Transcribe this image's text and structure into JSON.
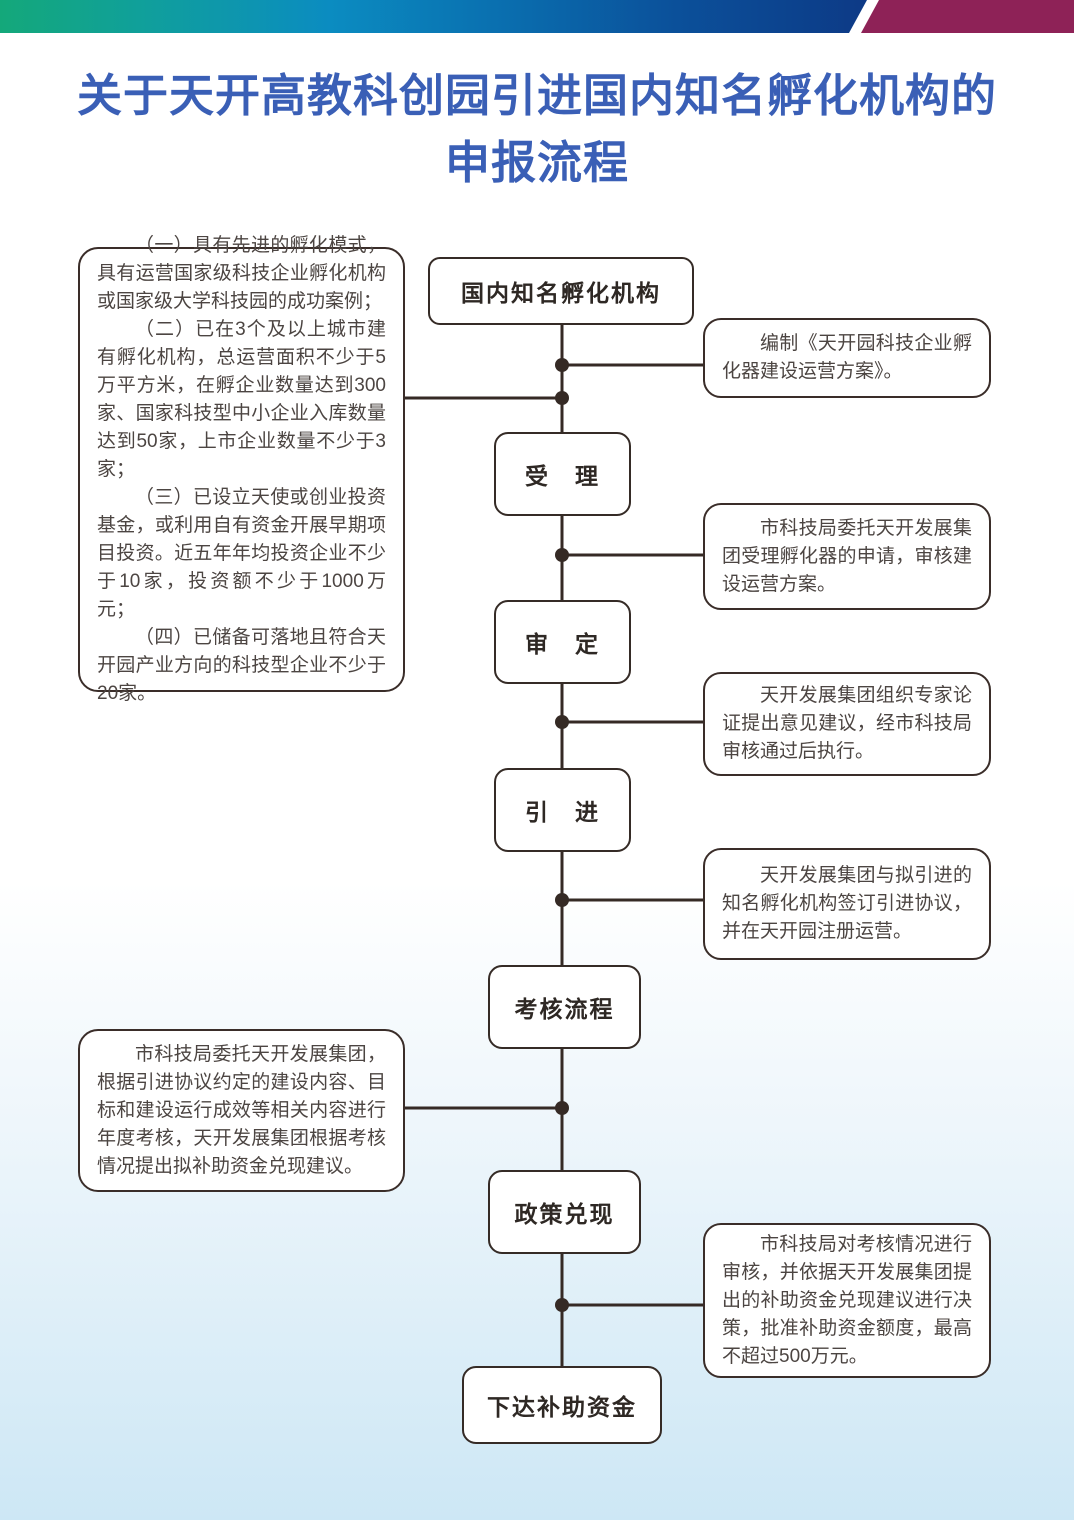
{
  "title": {
    "line1": "关于天开高教科创园引进国内知名孵化机构的",
    "line2": "申报流程"
  },
  "colors": {
    "title_blue": "#3a5fb6",
    "connector_dark": "#352a25",
    "header_green": "#14a87a",
    "header_blue": "#0d3a86",
    "header_purple": "#8e2257",
    "page_bottom_blue": "#cde7f5"
  },
  "flow_nodes": [
    {
      "id": "start",
      "label": "国内知名孵化机构"
    },
    {
      "id": "accept",
      "label": "受　理"
    },
    {
      "id": "review",
      "label": "审　定"
    },
    {
      "id": "introduce",
      "label": "引　进"
    },
    {
      "id": "assessment",
      "label": "考核流程"
    },
    {
      "id": "policy",
      "label": "政策兑现"
    },
    {
      "id": "grant",
      "label": "下达补助资金"
    }
  ],
  "criteria_note": {
    "paragraphs": [
      "（一）具有先进的孵化模式，具有运营国家级科技企业孵化机构或国家级大学科技园的成功案例；",
      "（二）已在3个及以上城市建有孵化机构，总运营面积不少于5万平方米，在孵企业数量达到300家、国家科技型中小企业入库数量达到50家，上市企业数量不少于3家；",
      "（三）已设立天使或创业投资基金，或利用自有资金开展早期项目投资。近五年年均投资企业不少于10家，投资额不少于1000万元；",
      "（四）已储备可落地且符合天开园产业方向的科技型企业不少于20家。"
    ]
  },
  "right_notes": [
    "编制《天开园科技企业孵化器建设运营方案》。",
    "市科技局委托天开发展集团受理孵化器的申请，审核建设运营方案。",
    "天开发展集团组织专家论证提出意见建议，经市科技局审核通过后执行。",
    "天开发展集团与拟引进的知名孵化机构签订引进协议，并在天开园注册运营。",
    "市科技局对考核情况进行审核，并依据天开发展集团提出的补助资金兑现建议进行决策，批准补助资金额度，最高不超过500万元。"
  ],
  "assessment_note": "市科技局委托天开发展集团，根据引进协议约定的建设内容、目标和建设运行成效等相关内容进行年度考核，天开发展集团根据考核情况提出拟补助资金兑现建议。"
}
